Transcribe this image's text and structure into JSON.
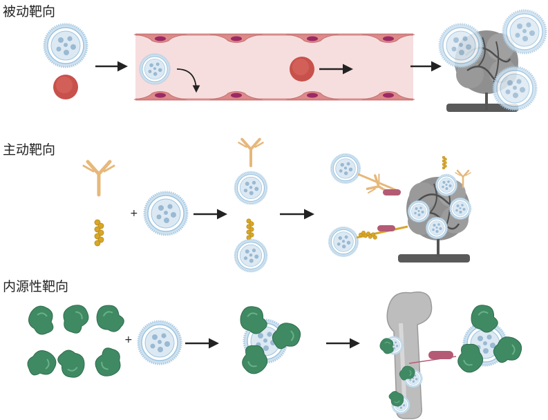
{
  "sections": {
    "passive": {
      "title": "被动靶向"
    },
    "active": {
      "title": "主动靶向"
    },
    "endogenous": {
      "title": "内源性靶向"
    }
  },
  "symbols": {
    "plus": "+"
  },
  "colors": {
    "vessel_fill": "#f6dede",
    "vessel_wall": "#d98b8b",
    "endothelial": "#dd8a8a",
    "nucleus": "#9b2a64",
    "liposome_core": "#dce9f3",
    "liposome_shell": "#9cc4df",
    "liposome_dot": "#9ab9d2",
    "red_cell": "#c8514b",
    "tumor": "#8f8f8f",
    "tumor_dark": "#555555",
    "antibody": "#e6b87a",
    "peptide": "#d8a628",
    "linker": "#b45a74",
    "protein": "#3f8a63",
    "bone": "#bdbdbd",
    "arrow": "#222222"
  },
  "icons": [
    "liposome-icon",
    "red-blood-cell-icon",
    "blood-vessel-icon",
    "tumor-icon",
    "antibody-icon",
    "peptide-icon",
    "protein-icon",
    "bone-icon",
    "arrow-icon"
  ]
}
